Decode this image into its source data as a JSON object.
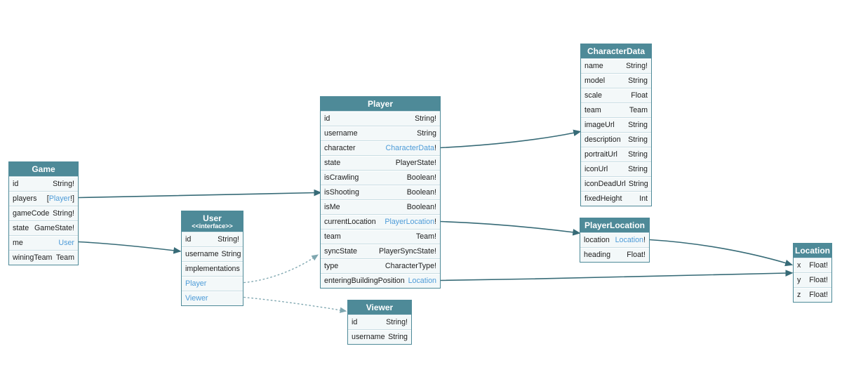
{
  "colors": {
    "header": "#4e8a98",
    "row": "#f3f8f9",
    "link": "#4d9bd8",
    "edge": "#376b77",
    "edgeDotted": "#7fa7b0"
  },
  "tables": {
    "game": {
      "title": "Game",
      "rows": [
        {
          "f": "id",
          "t1": "String!"
        },
        {
          "f": "players",
          "t1": "[",
          "link": "Player",
          "t2": "!]"
        },
        {
          "f": "gameCode",
          "t1": "String!"
        },
        {
          "f": "state",
          "t1": "GameState!"
        },
        {
          "f": "me",
          "link": "User"
        },
        {
          "f": "winingTeam",
          "t1": "Team"
        }
      ]
    },
    "user": {
      "title": "User",
      "subtitle": "<<interface>>",
      "rows": [
        {
          "f": "id",
          "t1": "String!"
        },
        {
          "f": "username",
          "t1": "String"
        },
        {
          "f": "implementations"
        },
        {
          "f_link": "Player"
        },
        {
          "f_link": "Viewer"
        }
      ]
    },
    "player": {
      "title": "Player",
      "rows": [
        {
          "f": "id",
          "t1": "String!"
        },
        {
          "f": "username",
          "t1": "String"
        },
        {
          "f": "character",
          "link": "CharacterData",
          "t2": "!"
        },
        {
          "f": "state",
          "t1": "PlayerState!"
        },
        {
          "f": "isCrawling",
          "t1": "Boolean!"
        },
        {
          "f": "isShooting",
          "t1": "Boolean!"
        },
        {
          "f": "isMe",
          "t1": "Boolean!"
        },
        {
          "f": "currentLocation",
          "link": "PlayerLocation",
          "t2": "!"
        },
        {
          "f": "team",
          "t1": "Team!"
        },
        {
          "f": "syncState",
          "t1": "PlayerSyncState!"
        },
        {
          "f": "type",
          "t1": "CharacterType!"
        },
        {
          "f": "enteringBuildingPosition",
          "link": "Location"
        }
      ]
    },
    "characterData": {
      "title": "CharacterData",
      "rows": [
        {
          "f": "name",
          "t1": "String!"
        },
        {
          "f": "model",
          "t1": "String"
        },
        {
          "f": "scale",
          "t1": "Float"
        },
        {
          "f": "team",
          "t1": "Team"
        },
        {
          "f": "imageUrl",
          "t1": "String"
        },
        {
          "f": "description",
          "t1": "String"
        },
        {
          "f": "portraitUrl",
          "t1": "String"
        },
        {
          "f": "iconUrl",
          "t1": "String"
        },
        {
          "f": "iconDeadUrl",
          "t1": "String"
        },
        {
          "f": "fixedHeight",
          "t1": "Int"
        }
      ]
    },
    "playerLocation": {
      "title": "PlayerLocation",
      "rows": [
        {
          "f": "location",
          "link": "Location",
          "t2": "!"
        },
        {
          "f": "heading",
          "t1": "Float!"
        }
      ]
    },
    "location": {
      "title": "Location",
      "rows": [
        {
          "f": "x",
          "t1": "Float!"
        },
        {
          "f": "y",
          "t1": "Float!"
        },
        {
          "f": "z",
          "t1": "Float!"
        }
      ]
    },
    "viewer": {
      "title": "Viewer",
      "rows": [
        {
          "f": "id",
          "t1": "String!"
        },
        {
          "f": "username",
          "t1": "String"
        }
      ]
    }
  },
  "edges": [
    {
      "from": "Game.players",
      "to": "Player",
      "style": "solid"
    },
    {
      "from": "Game.me",
      "to": "User",
      "style": "solid"
    },
    {
      "from": "Player.character",
      "to": "CharacterData",
      "style": "solid"
    },
    {
      "from": "Player.currentLocation",
      "to": "PlayerLocation",
      "style": "solid"
    },
    {
      "from": "Player.enteringBuildingPosition",
      "to": "Location",
      "style": "solid"
    },
    {
      "from": "PlayerLocation.location",
      "to": "Location",
      "style": "solid"
    },
    {
      "from": "User",
      "to": "Player",
      "style": "dotted-implementation"
    },
    {
      "from": "User",
      "to": "Viewer",
      "style": "dotted-implementation"
    }
  ]
}
